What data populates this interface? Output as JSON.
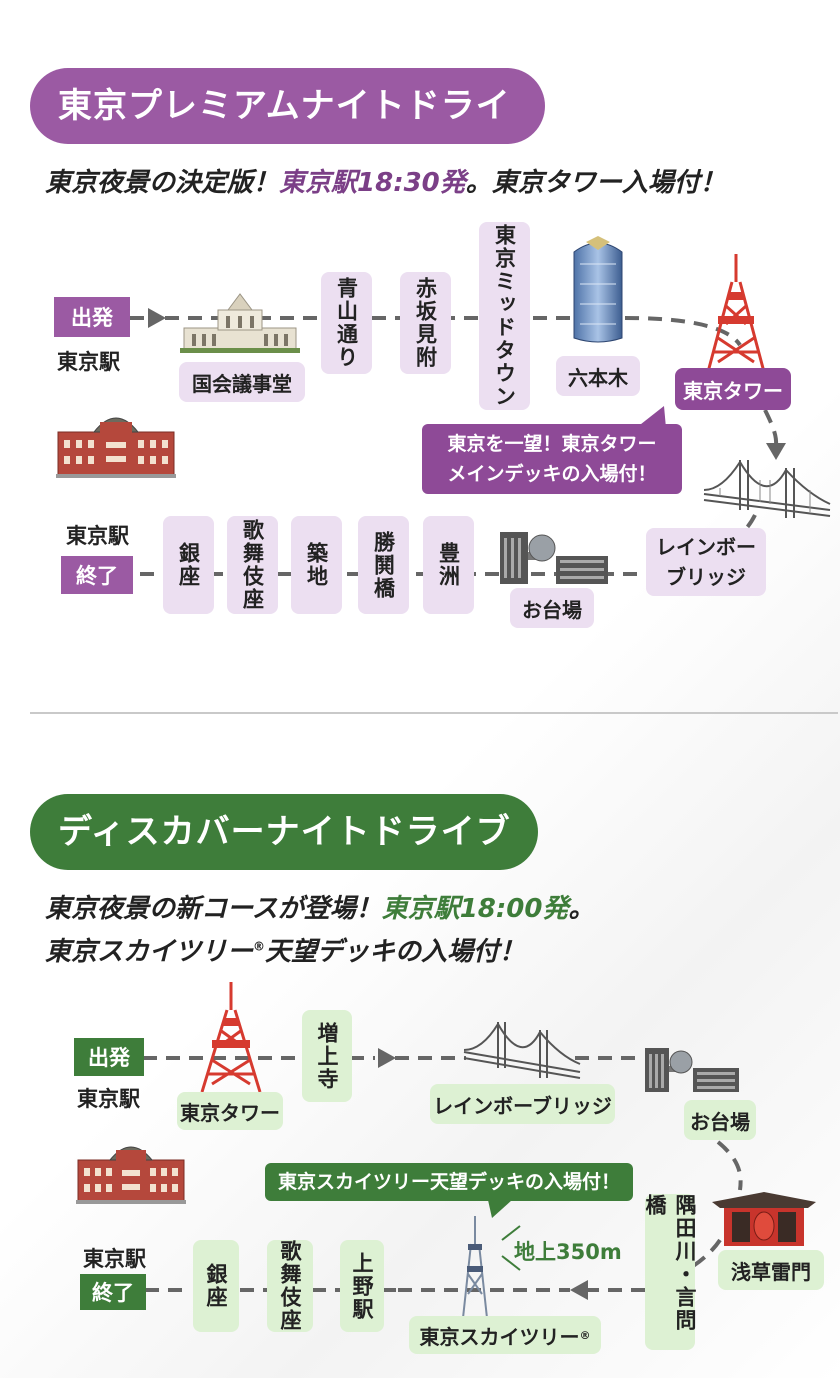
{
  "colors": {
    "purple": "#9b5aa3",
    "purple_dark": "#7b3f87",
    "green": "#3e7d3a",
    "green_light": "#ddf1d3",
    "purple_light": "#ecdff1"
  },
  "course1": {
    "title": "東京プレミアムナイトドライブ",
    "subtitle_a": "東京夜景の決定版！",
    "subtitle_hl": "東京駅18:30発",
    "subtitle_b": "。東京タワー入場付！",
    "start_badge": "出発",
    "start_station": "東京駅",
    "stops": {
      "kokkai": "国会議事堂",
      "aoyama": "青山通り",
      "akasaka": "赤坂見附",
      "midtown": "東京ミッドタウン",
      "roppongi": "六本木",
      "tower": "東京タワー",
      "rainbow_line1": "レインボー",
      "rainbow_line2": "ブリッジ",
      "odaiba": "お台場",
      "toyosu": "豊洲",
      "kachidoki": "勝鬨橋",
      "tsukiji": "築地",
      "kabukiza": "歌舞伎座",
      "ginza": "銀座"
    },
    "callout_line1": "東京を一望！東京タワー",
    "callout_line2": "メインデッキの入場付！",
    "end_station": "東京駅",
    "end_badge": "終了"
  },
  "course2": {
    "title": "ディスカバーナイトドライブ",
    "subtitle1_a": "東京夜景の新コースが登場！",
    "subtitle1_hl": "東京駅18:00発",
    "subtitle1_b": "。",
    "subtitle2": "東京スカイツリー",
    "subtitle2_reg": "®",
    "subtitle2_b": "天望デッキの入場付！",
    "start_badge": "出発",
    "start_station": "東京駅",
    "stops": {
      "tower": "東京タワー",
      "zojoji": "増上寺",
      "rainbow": "レインボーブリッジ",
      "odaiba": "お台場",
      "kaminarimon": "浅草雷門",
      "sumida": "隅田川・言問橋",
      "skytree": "東京スカイツリー",
      "skytree_reg": "®",
      "ueno": "上野駅",
      "kabukiza": "歌舞伎座",
      "ginza": "銀座"
    },
    "callout": "東京スカイツリー天望デッキの入場付！",
    "height_label": "地上350m",
    "end_station": "東京駅",
    "end_badge": "終了"
  }
}
